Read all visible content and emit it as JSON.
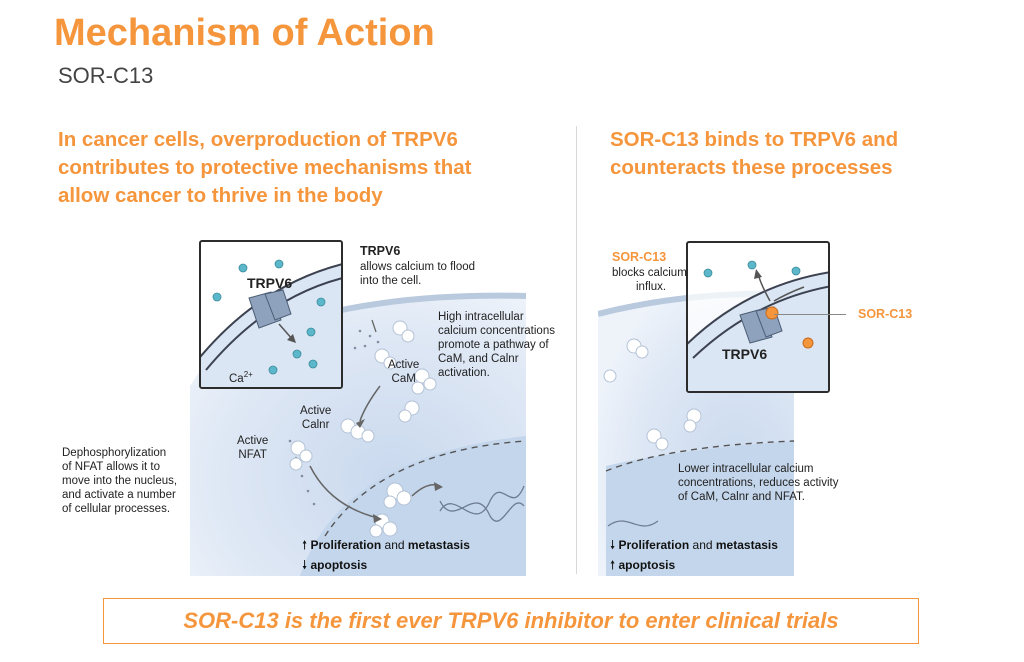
{
  "header": {
    "title": "Mechanism of Action",
    "subtitle": "SOR-C13"
  },
  "left_panel": {
    "heading_lines": [
      "In cancer cells, overproduction of TRPV6",
      "contributes to protective mechanisms that",
      "allow cancer to thrive in the body"
    ],
    "inset": {
      "channel_label": "TRPV6",
      "ion_label": "Ca",
      "ion_charge": "2+"
    },
    "trpv6_title": "TRPV6",
    "trpv6_desc": [
      "allows calcium to flood",
      "into the cell."
    ],
    "high_calcium_note": [
      "High intracellular",
      "calcium concentrations",
      "promote a pathway of",
      "CaM, and Calnr",
      "activation."
    ],
    "active_cam": [
      "Active",
      "CaM"
    ],
    "active_calnr": [
      "Active",
      "Calnr"
    ],
    "active_nfat": [
      "Active",
      "NFAT"
    ],
    "nfat_note": [
      "Dephosphorylization",
      "of NFAT allows it to",
      "move into the nucleus,",
      "and activate a number",
      "of cellular processes."
    ],
    "effects": [
      {
        "arrow": "up",
        "bold": "Proliferation",
        "rest": " and ",
        "bold2": "metastasis"
      },
      {
        "arrow": "down",
        "bold": "apoptosis",
        "rest": "",
        "bold2": ""
      }
    ]
  },
  "right_panel": {
    "heading_lines": [
      "SOR-C13 binds to TRPV6 and",
      "counteracts these processes"
    ],
    "sor_title": "SOR-C13",
    "sor_desc": [
      "blocks calcium",
      "influx."
    ],
    "inset": {
      "channel_label": "TRPV6"
    },
    "sor_pointer_label": "SOR-C13",
    "lower_note": [
      "Lower intracellular calcium",
      "concentrations, reduces activity",
      "of CaM, Calnr and NFAT."
    ],
    "effects": [
      {
        "arrow": "down",
        "bold": "Proliferation",
        "rest": " and ",
        "bold2": "metastasis"
      },
      {
        "arrow": "up",
        "bold": "apoptosis",
        "rest": "",
        "bold2": ""
      }
    ]
  },
  "footer": {
    "callout": "SOR-C13 is the first ever TRPV6 inhibitor to enter clinical trials"
  },
  "colors": {
    "accent": "#f5953c",
    "cell_fill": "#dfe9f6",
    "calcium_dot": "#5bb7c9",
    "channel": "#7f9ab9",
    "text": "#222222"
  }
}
